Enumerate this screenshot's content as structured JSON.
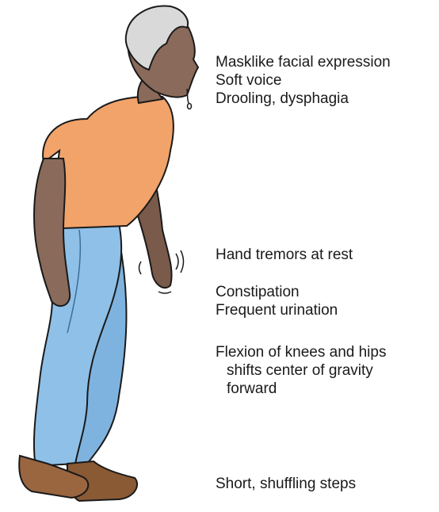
{
  "labels": {
    "face": {
      "line1": "Masklike facial expression",
      "line2": "Soft voice",
      "line3": "Drooling, dysphagia"
    },
    "tremor": "Hand tremors at rest",
    "bowel": {
      "line1": "Constipation",
      "line2": "Frequent urination"
    },
    "posture": {
      "line1": "Flexion of knees and hips",
      "line2": "shifts center of gravity",
      "line3": "forward"
    },
    "gait": "Short, shuffling steps"
  },
  "colors": {
    "skin": "#8a6a5a",
    "shirt": "#f2a36a",
    "jeans": "#8fc0e8",
    "hair": "#d9d9d9",
    "shoes": "#8a5a35",
    "outline": "#1a1a1a"
  }
}
